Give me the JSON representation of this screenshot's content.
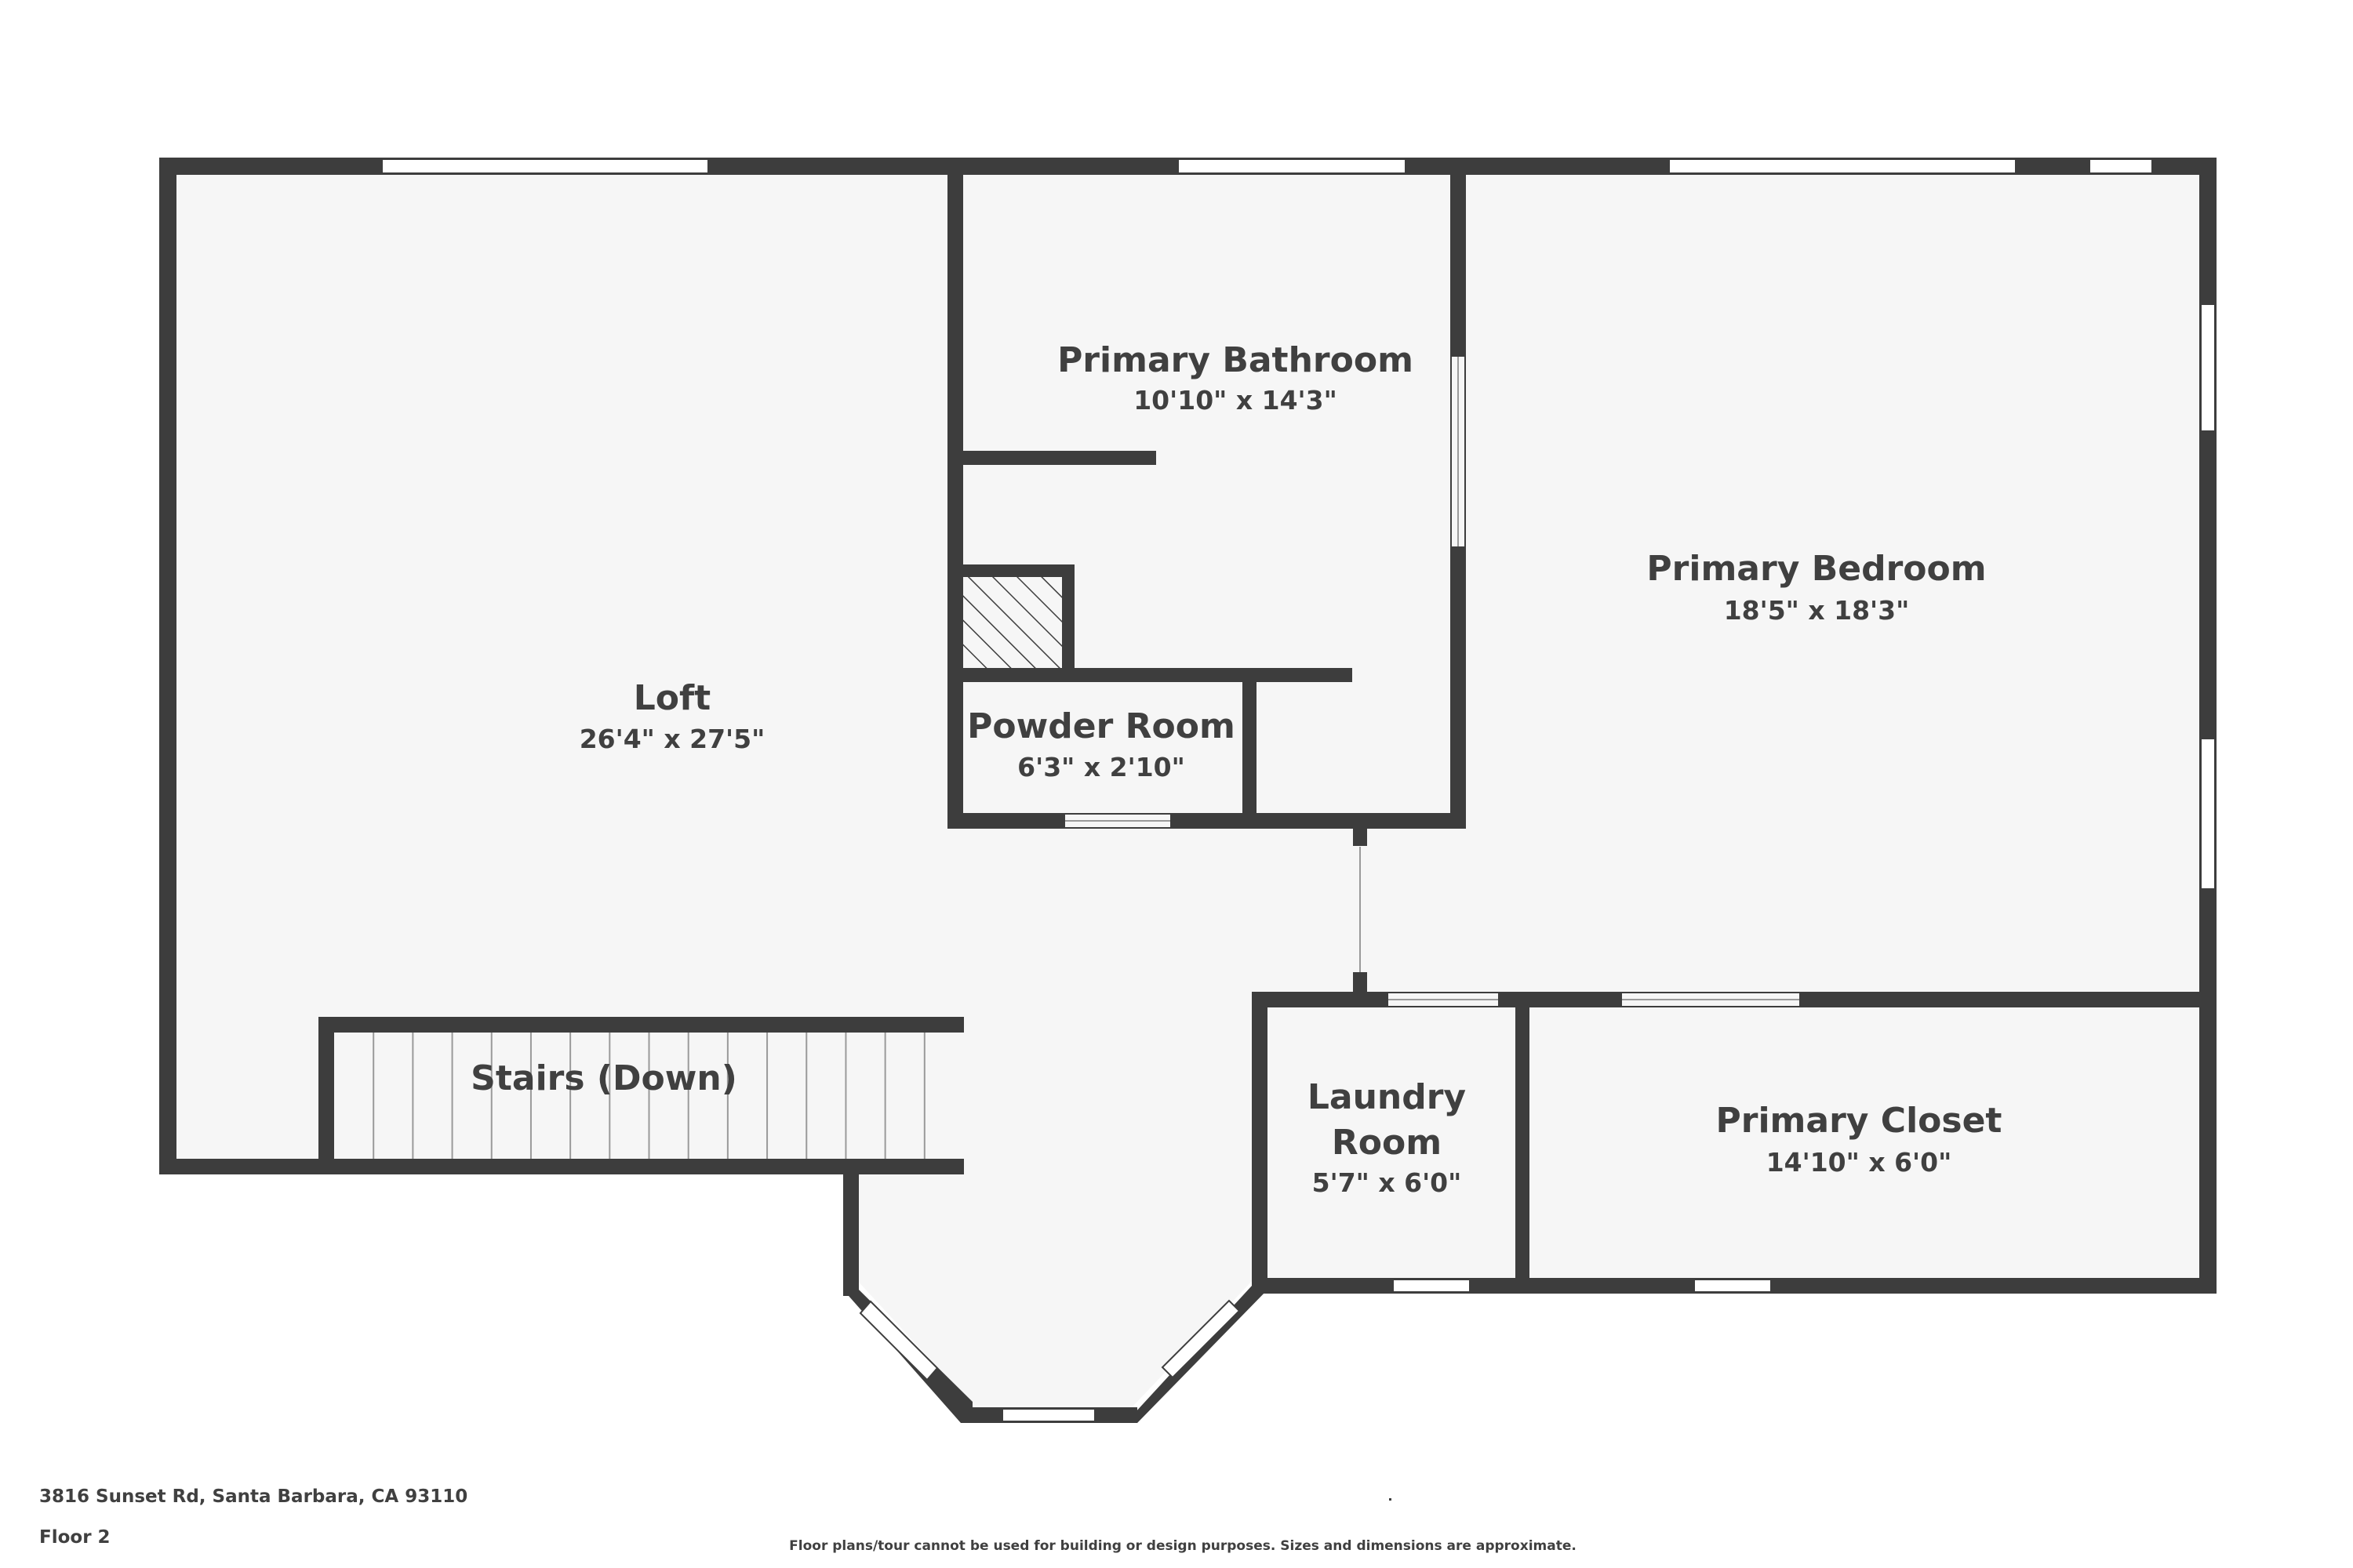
{
  "colors": {
    "wall": "#3d3d3d",
    "floor": "#f6f6f6",
    "text": "#404040",
    "background": "#ffffff"
  },
  "rooms": {
    "loft": {
      "name": "Loft",
      "dims": "26'4\" x 27'5\""
    },
    "primary_bathroom": {
      "name": "Primary Bathroom",
      "dims": "10'10\" x 14'3\""
    },
    "primary_bedroom": {
      "name": "Primary Bedroom",
      "dims": "18'5\" x 18'3\""
    },
    "powder_room": {
      "name": "Powder Room",
      "dims": "6'3\" x 2'10\""
    },
    "laundry_room": {
      "name_line1": "Laundry",
      "name_line2": "Room",
      "dims": "5'7\" x 6'0\""
    },
    "primary_closet": {
      "name": "Primary Closet",
      "dims": "14'10\" x 6'0\""
    },
    "stairs": {
      "label": "Stairs (Down)"
    }
  },
  "footer": {
    "address": "3816 Sunset Rd, Santa Barbara, CA 93110",
    "floor": "Floor 2",
    "disclaimer": "Floor plans/tour cannot be used for building or design purposes. Sizes and dimensions are approximate."
  }
}
